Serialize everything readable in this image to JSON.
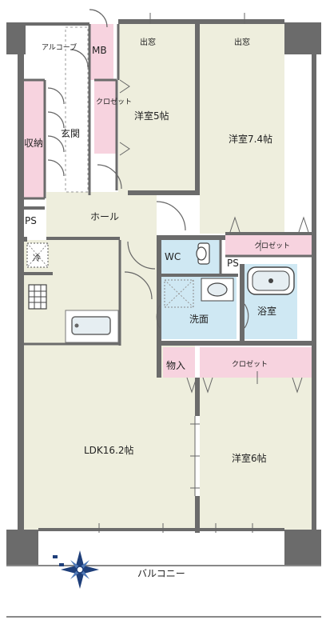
{
  "rooms": {
    "alcove": "アルコーブ",
    "mb": "MB",
    "entrance": "玄関",
    "storage": "収納",
    "closet_5": "クロゼット",
    "bedroom_5": "洋室5帖",
    "window_left": "出窓",
    "window_right": "出窓",
    "bedroom_74": "洋室7.4帖",
    "hall": "ホール",
    "ps_left": "PS",
    "fridge": "冷",
    "wc": "WC",
    "ps_right": "PS",
    "closet_74": "クロゼット",
    "washroom": "洗面",
    "bath": "浴室",
    "pantry": "物入",
    "closet_6": "クロゼット",
    "ldk": "LDK16.2帖",
    "bedroom_6": "洋室6帖",
    "balcony": "バルコニー"
  },
  "colors": {
    "wall": "#6b6b6b",
    "floor": "#eeeedd",
    "closet": "#f7d3df",
    "wet": "#cfe8f3",
    "corridor": "#ffffff",
    "balcony": "#ffffff"
  },
  "icons": [
    "compass-rose-icon",
    "sink-icon",
    "toilet-icon",
    "bathtub-icon",
    "stove-icon"
  ]
}
